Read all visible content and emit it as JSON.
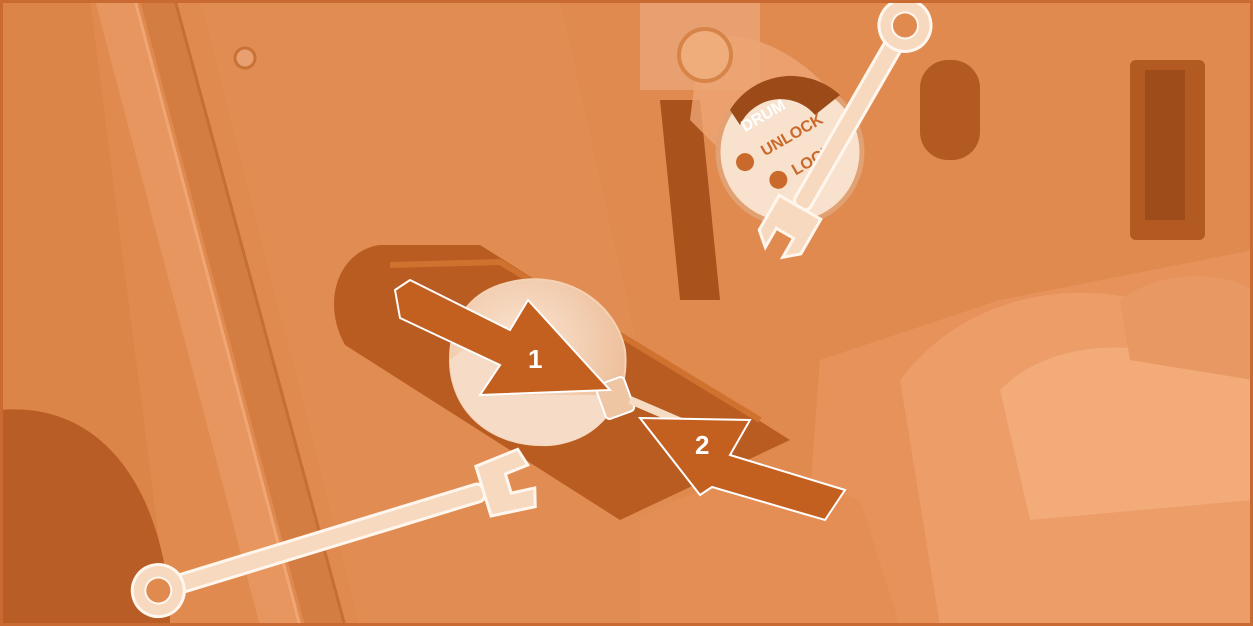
{
  "drum_label": {
    "title": "DRUM",
    "unlock": "UNLOCK",
    "lock": "LOCK"
  },
  "callouts": [
    {
      "number": "1"
    },
    {
      "number": "2"
    }
  ],
  "colors": {
    "background": "#e08a4f",
    "frame": "#c86a32",
    "shadow": "#b35a22",
    "dark": "#9c4a18",
    "highlight": "#f2c8a4",
    "white": "#ffffff"
  }
}
